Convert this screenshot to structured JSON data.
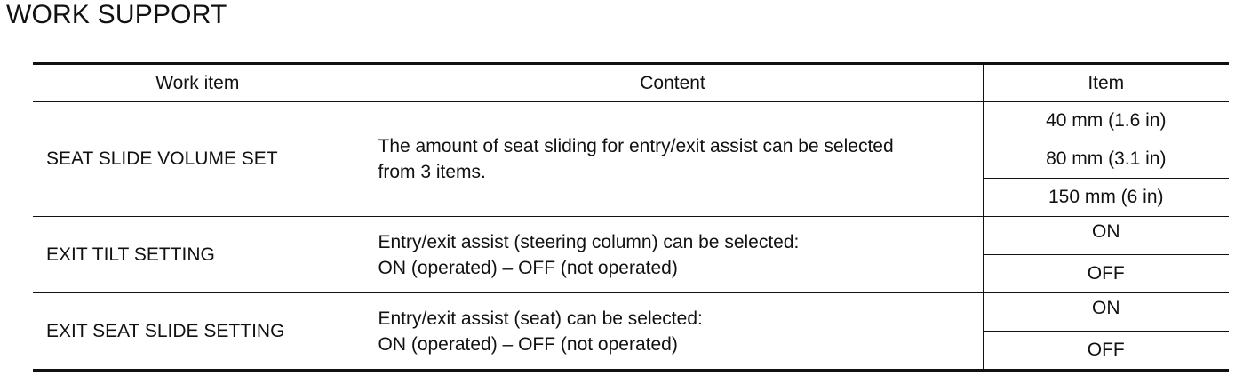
{
  "title": "WORK SUPPORT",
  "table": {
    "headers": {
      "work_item": "Work item",
      "content": "Content",
      "item": "Item"
    },
    "rows": [
      {
        "work_item": "SEAT SLIDE VOLUME SET",
        "content_lines": [
          "The amount of seat sliding for entry/exit assist can be selected",
          "from 3 items."
        ],
        "items": [
          "40 mm (1.6 in)",
          "80 mm (3.1 in)",
          "150 mm (6 in)"
        ]
      },
      {
        "work_item": "EXIT TILT SETTING",
        "content_lines": [
          "Entry/exit assist (steering column) can be selected:",
          "ON (operated) – OFF (not operated)"
        ],
        "items": [
          "ON",
          "OFF"
        ]
      },
      {
        "work_item": "EXIT SEAT SLIDE SETTING",
        "content_lines": [
          "Entry/exit assist (seat) can be selected:",
          "ON (operated) – OFF (not operated)"
        ],
        "items": [
          "ON",
          "OFF"
        ]
      }
    ]
  }
}
